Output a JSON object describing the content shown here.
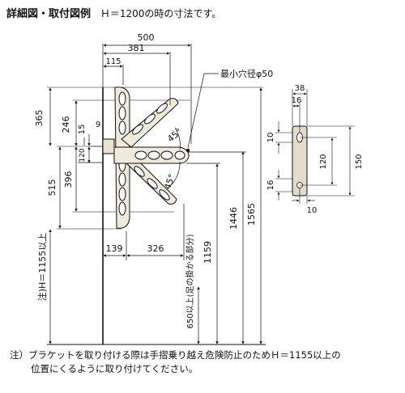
{
  "header": {
    "title": "詳細図・取付図例",
    "subtitle": "Ｈ＝1200の時の寸法です。"
  },
  "dimensions": {
    "w500": "500",
    "w381": "381",
    "w115": "115",
    "h365": "365",
    "h246": "246",
    "v9": "9",
    "v15": "15",
    "v120": "120",
    "h515": "515",
    "h396": "396",
    "w139": "139",
    "w326": "326",
    "h1159": "1159",
    "h1446": "1446",
    "h1565": "1565",
    "angle_top": "45°",
    "angle_bottom": "45°",
    "min_hole": "最小穴径φ50",
    "note_h": "注)H＝1155以上",
    "handrail_h": "650以上(足の掛かる部分)"
  },
  "bracket_detail": {
    "w38": "38",
    "w16_top": "16",
    "h10_top": "10",
    "h120": "120",
    "h150": "150",
    "h16_bot": "16",
    "w10_bot": "10"
  },
  "note": {
    "line1": "注）ブラケットを取り付ける際は手摺乗り越え危険防止のためＨ＝1155以上の",
    "line2": "位置にくるように取り付けてください。"
  }
}
